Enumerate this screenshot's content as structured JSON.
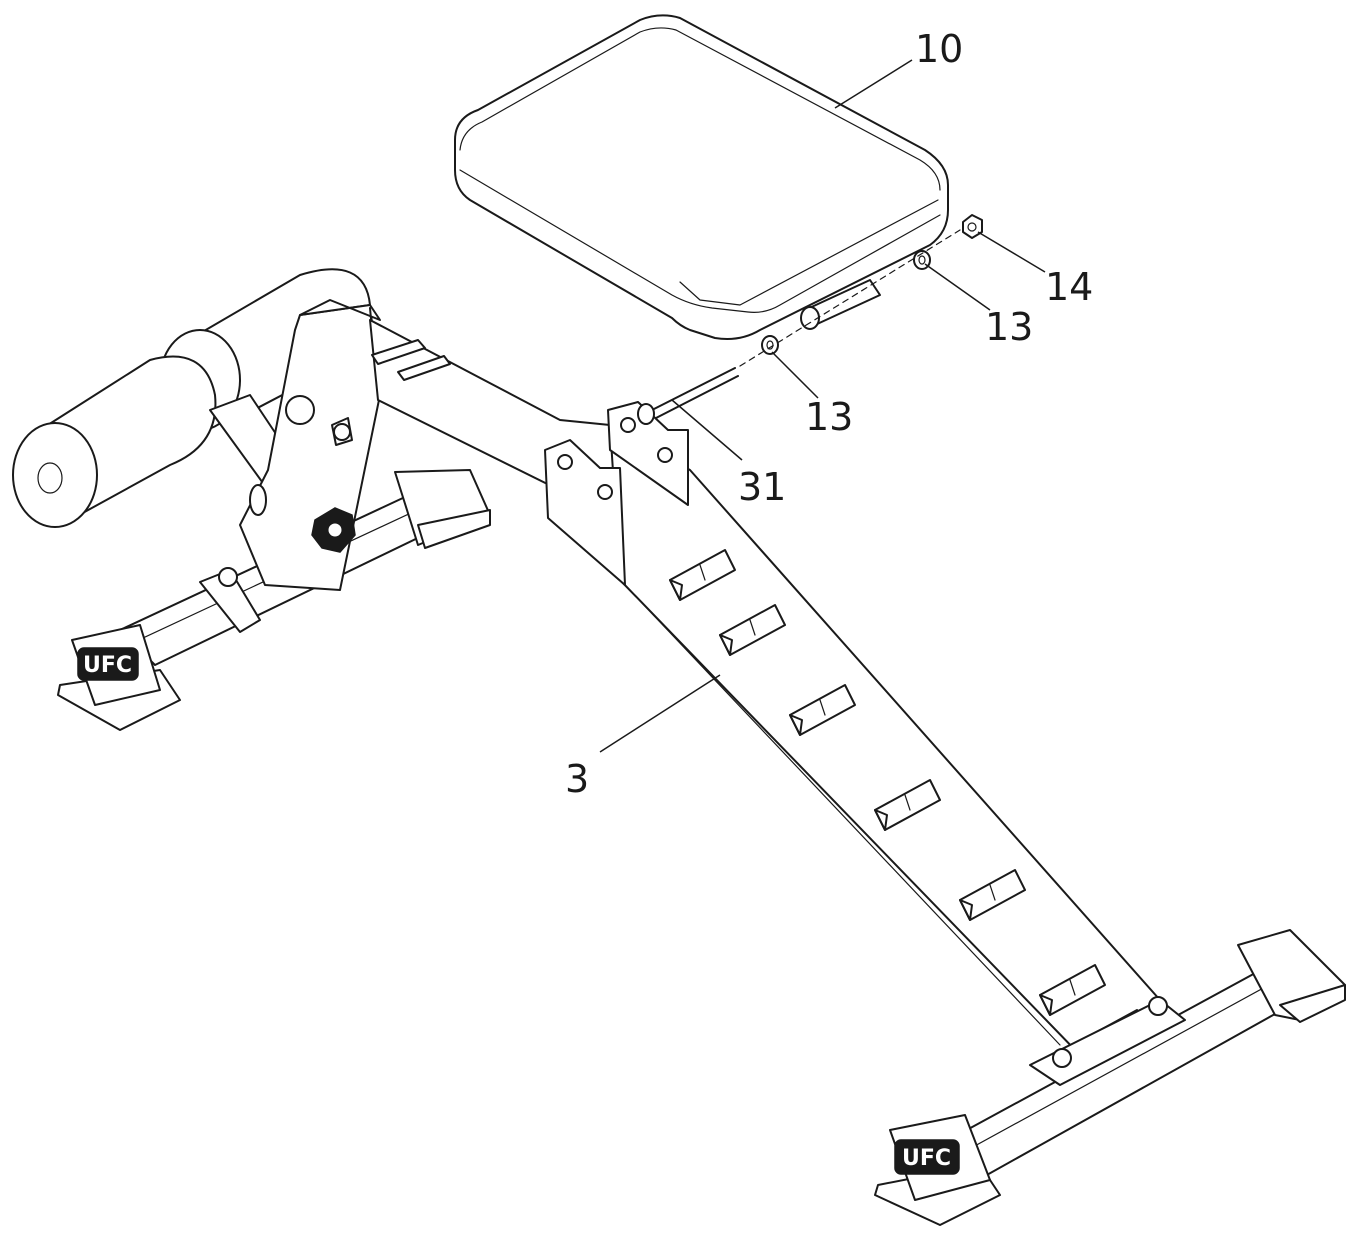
{
  "callouts": {
    "seat_pad": "10",
    "nut": "14",
    "washer_upper": "13",
    "washer_lower": "13",
    "bolt": "31",
    "main_frame": "3"
  },
  "logos": {
    "front_foot": "UFC",
    "rear_foot": "UFC"
  }
}
